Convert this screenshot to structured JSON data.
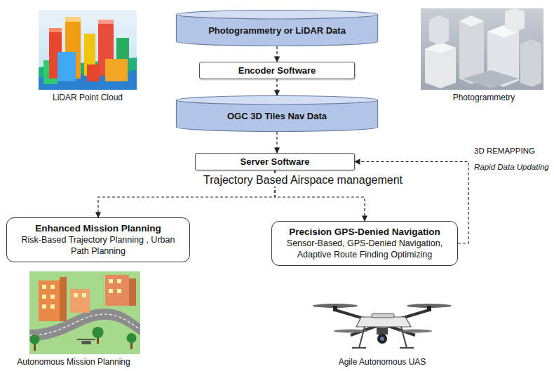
{
  "diagram": {
    "nodes": [
      {
        "text": [
          "Photogrammetry or LiDAR Data"
        ]
      },
      {
        "text": [
          "Encoder Software"
        ]
      },
      {
        "text": [
          "OGC 3D Tiles Nav Data"
        ]
      },
      {
        "text": [
          "Server Software"
        ]
      },
      {
        "text": [
          "Enhanced Mission Planning",
          "Risk-Based Trajectory Planning , Urban Path Planning"
        ]
      },
      {
        "text": [
          "Precision GPS-Denied Navigation",
          "Sensor-Based, GPS-Denied Navigation, Adaptive Route Finding Optimizing"
        ]
      }
    ],
    "edges": [
      {
        "from": 0,
        "to": 1,
        "arrow": "to"
      },
      {
        "from": 1,
        "to": 2,
        "arrow": "to"
      },
      {
        "from": 2,
        "to": 3,
        "arrow": "to"
      },
      {
        "from": 3,
        "to": 4,
        "arrow": "to"
      },
      {
        "from": 3,
        "to": 5,
        "arrow": "to"
      },
      {
        "from": 5,
        "to": 3,
        "arrow": "to"
      }
    ],
    "labels": [
      "LiDAR Point Cloud",
      "Photogrammetry",
      "3D REMAPPING",
      "Rapid Data Updating",
      "Trajectory Based Airspace management",
      "Autonomous Mission Planning",
      "Agile Autonomous UAS"
    ]
  }
}
